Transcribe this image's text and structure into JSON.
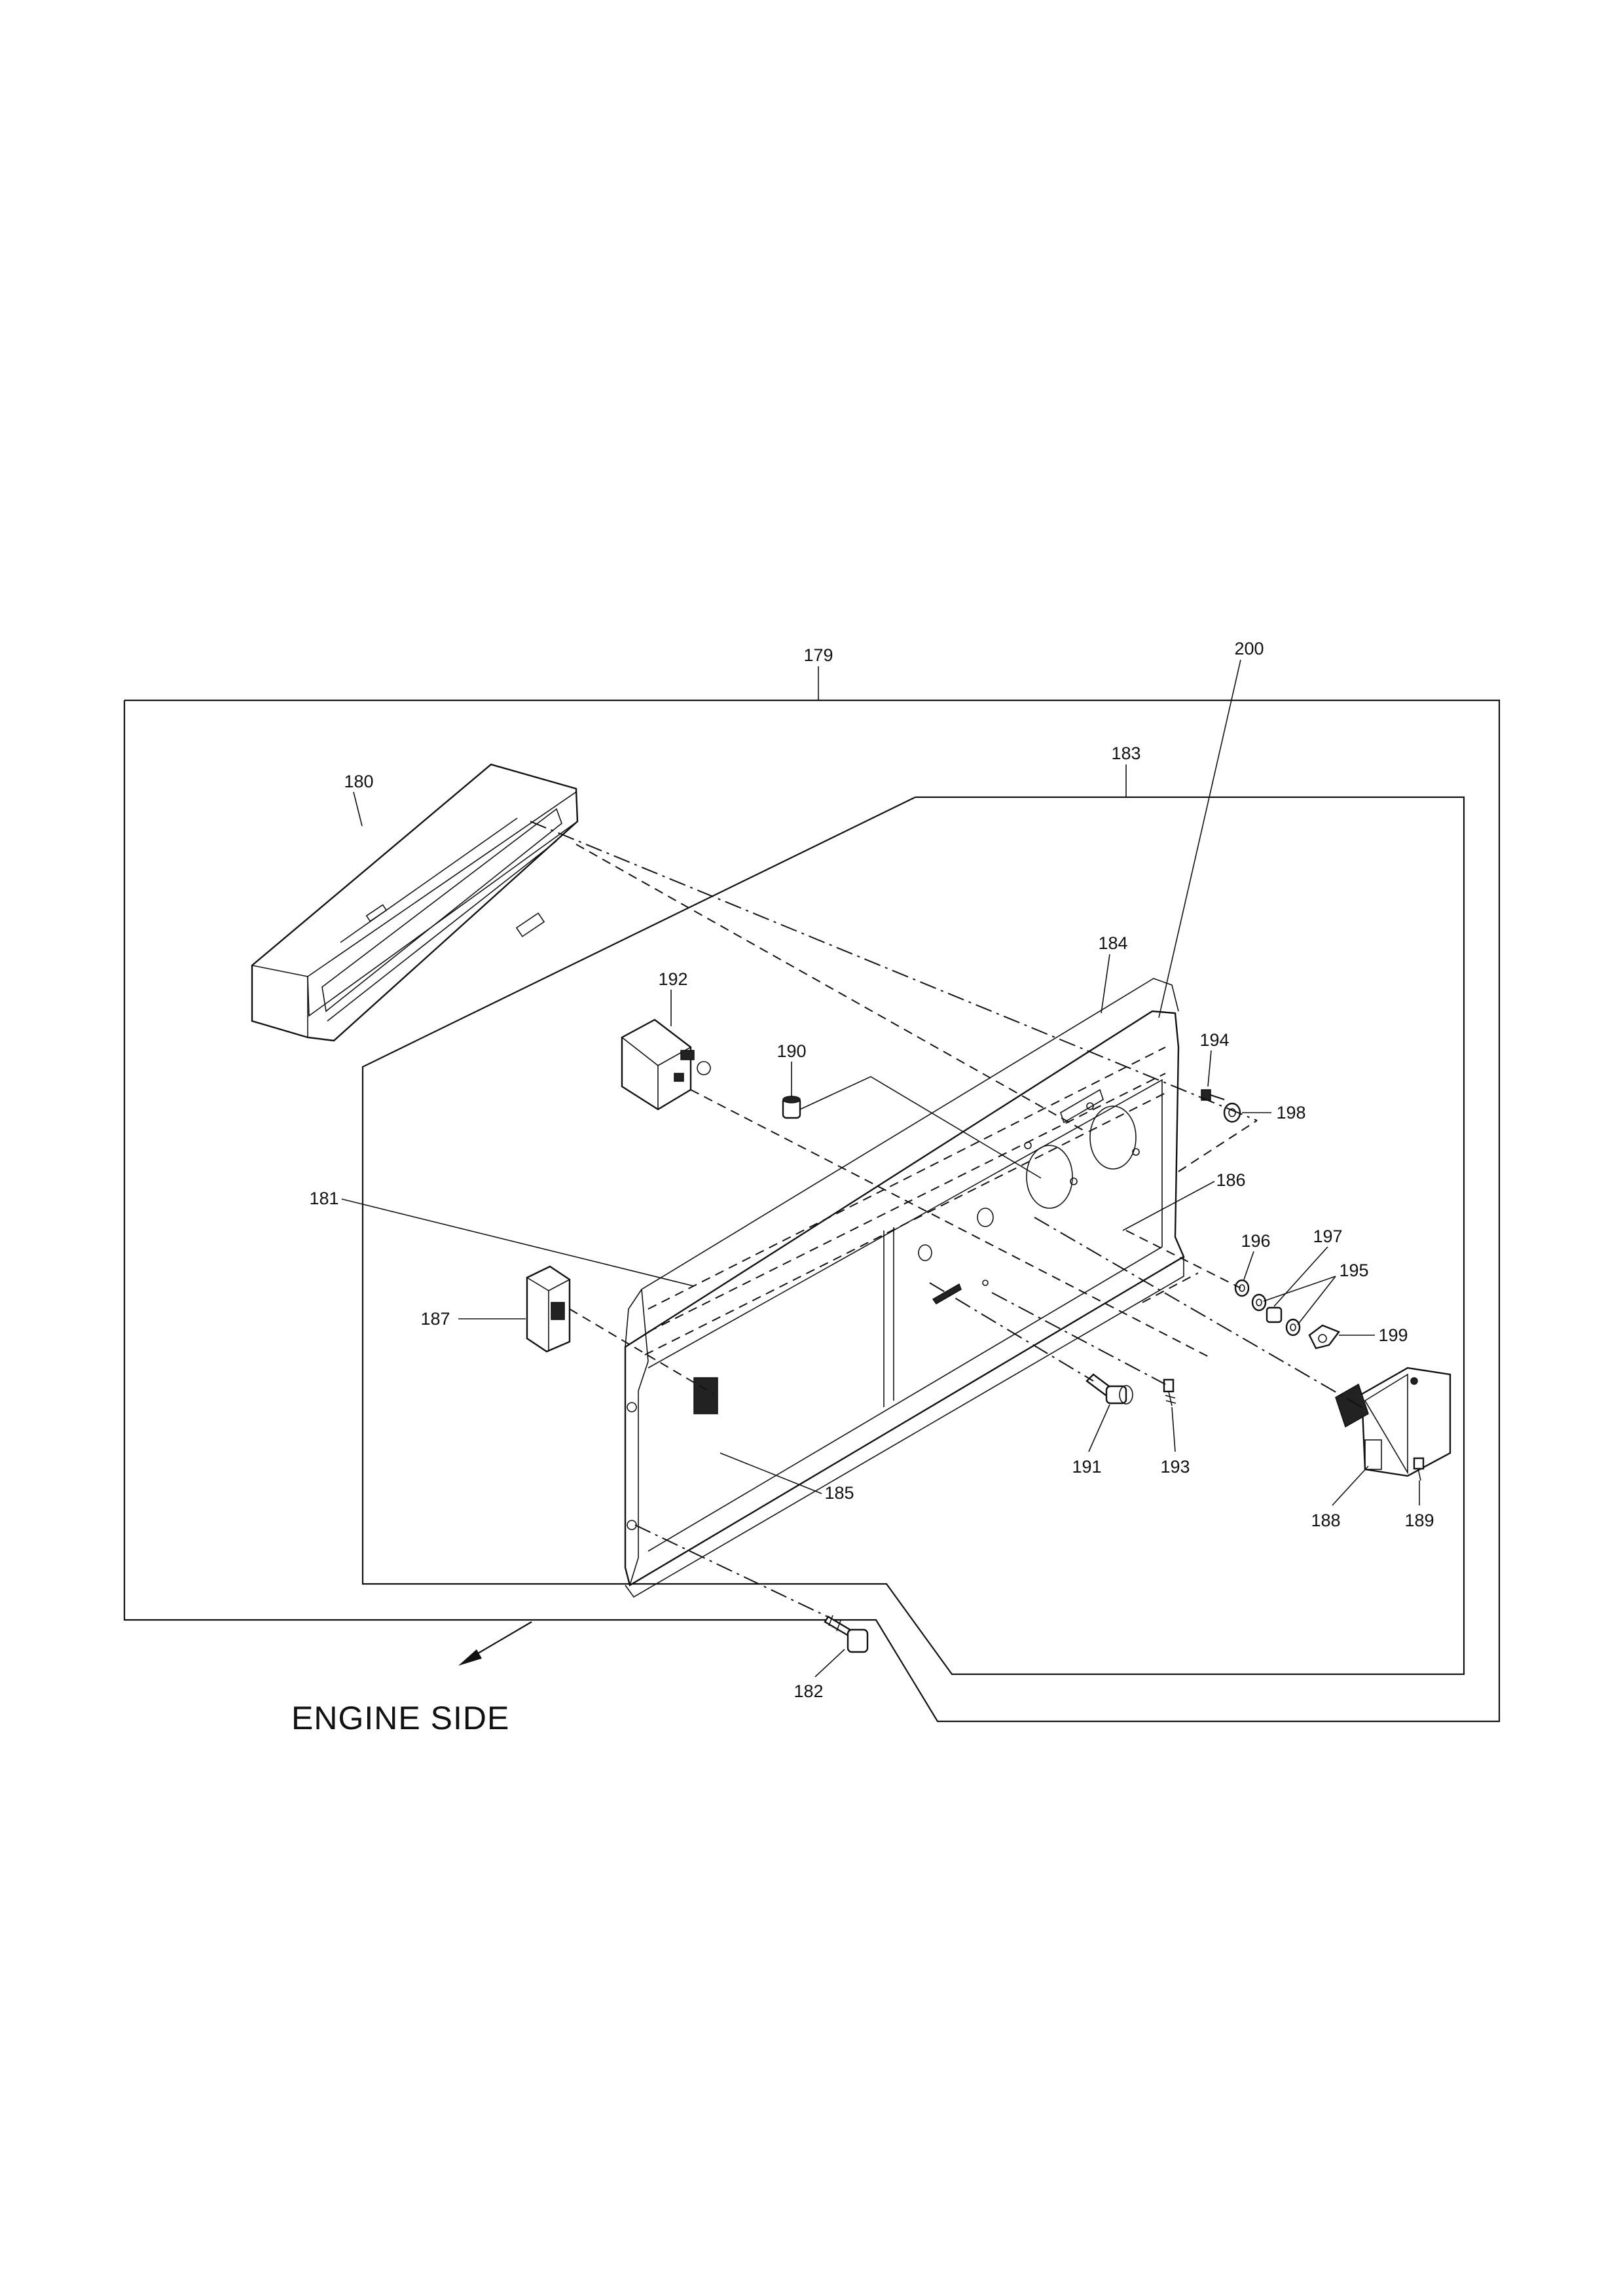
{
  "caption": "ENGINE  SIDE",
  "part_labels": {
    "p179": "179",
    "p180": "180",
    "p181": "181",
    "p182": "182",
    "p183": "183",
    "p184": "184",
    "p185": "185",
    "p186": "186",
    "p187": "187",
    "p188": "188",
    "p189": "189",
    "p190": "190",
    "p191": "191",
    "p192": "192",
    "p193": "193",
    "p194": "194",
    "p195": "195",
    "p196": "196",
    "p197": "197",
    "p198": "198",
    "p199": "199",
    "p200": "200"
  }
}
